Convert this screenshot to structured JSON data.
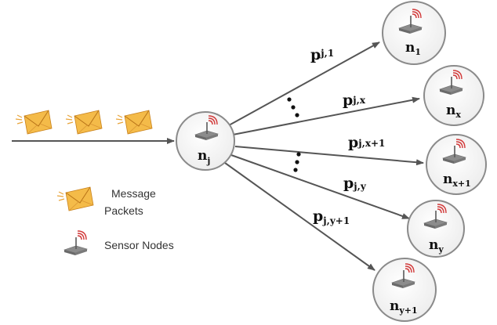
{
  "source_node": {
    "base": "n",
    "sub": "j"
  },
  "target_nodes": [
    {
      "base": "n",
      "sub": "1"
    },
    {
      "base": "n",
      "sub": "x"
    },
    {
      "base": "n",
      "sub": "x+1"
    },
    {
      "base": "n",
      "sub": "y"
    },
    {
      "base": "n",
      "sub": "y+1"
    }
  ],
  "edge_labels": [
    {
      "base": "p",
      "sub": "j,1"
    },
    {
      "base": "p",
      "sub": "j,x"
    },
    {
      "base": "p",
      "sub": "j,x+1"
    },
    {
      "base": "p",
      "sub": "j,y"
    },
    {
      "base": "p",
      "sub": "j,y+1"
    }
  ],
  "legend": {
    "message_line1": "Message",
    "message_line2": "Packets",
    "sensor": "Sensor Nodes"
  },
  "colors": {
    "arrow": "#555555",
    "node_border": "#8a8a8a",
    "antenna_signal": "#d23a3a",
    "envelope": "#f2b441",
    "envelope_dark": "#c9821c"
  },
  "icons": {
    "message": "envelope-icon",
    "sensor": "sensor-node-icon"
  }
}
